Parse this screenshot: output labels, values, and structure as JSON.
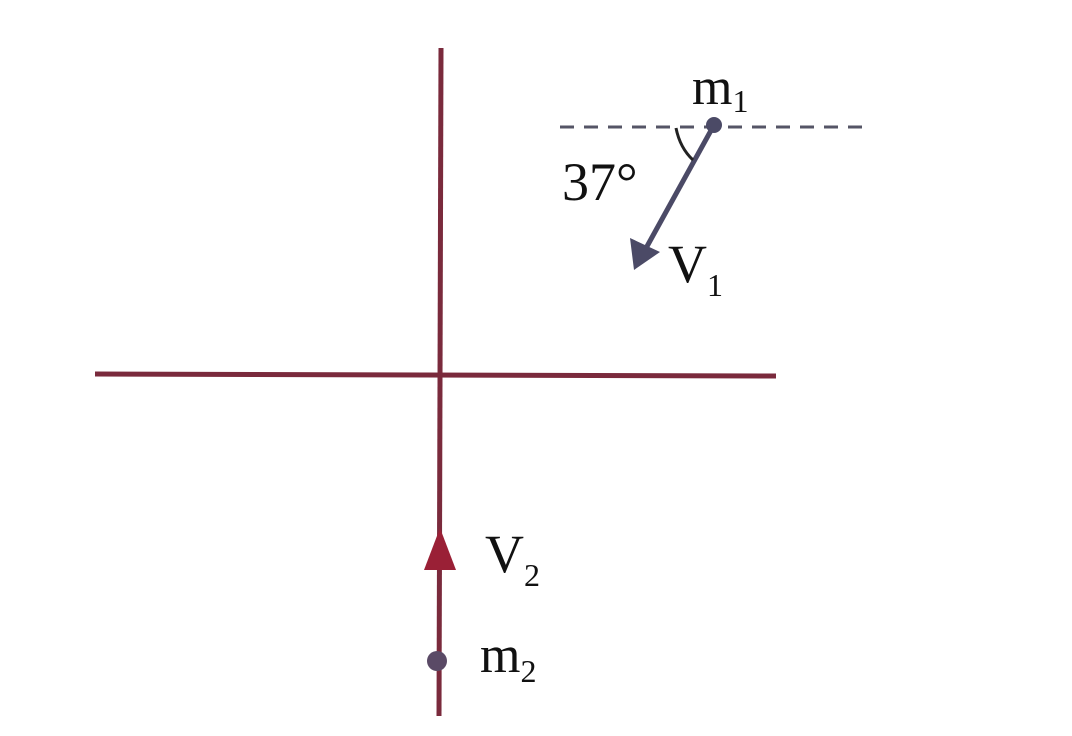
{
  "diagram": {
    "labels": {
      "m1": "m",
      "m1_sub": "1",
      "v1": "V",
      "v1_sub": "1",
      "angle": "37°",
      "v2": "V",
      "v2_sub": "2",
      "m2": "m",
      "m2_sub": "2"
    },
    "angle_degrees": 37,
    "colors": {
      "axes": "#7a2a3c",
      "vector1": "#4b4a66",
      "dashed": "#555566",
      "text": "#111111"
    }
  }
}
